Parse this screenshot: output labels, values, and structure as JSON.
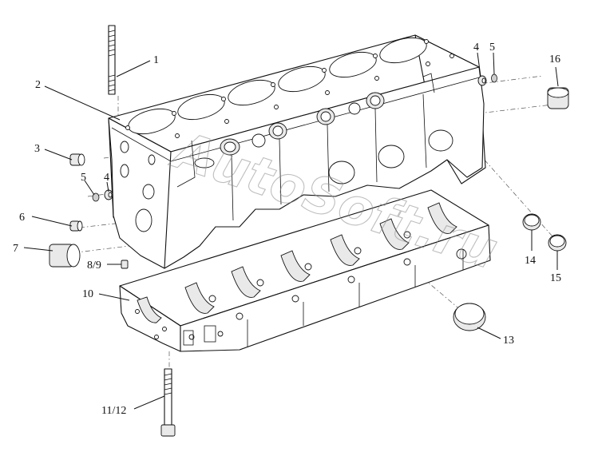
{
  "watermark": {
    "text": "AutoSoft.ru"
  },
  "callouts": [
    {
      "id": "c1",
      "label": "1"
    },
    {
      "id": "c2",
      "label": "2"
    },
    {
      "id": "c3",
      "label": "3"
    },
    {
      "id": "c4a",
      "label": "4"
    },
    {
      "id": "c5a",
      "label": "5"
    },
    {
      "id": "c4b",
      "label": "4"
    },
    {
      "id": "c5b",
      "label": "5"
    },
    {
      "id": "c6",
      "label": "6"
    },
    {
      "id": "c7",
      "label": "7"
    },
    {
      "id": "c89",
      "label": "8/9"
    },
    {
      "id": "c10",
      "label": "10"
    },
    {
      "id": "c1112",
      "label": "11/12"
    },
    {
      "id": "c13",
      "label": "13"
    },
    {
      "id": "c14",
      "label": "14"
    },
    {
      "id": "c15",
      "label": "15"
    },
    {
      "id": "c16",
      "label": "16"
    }
  ]
}
